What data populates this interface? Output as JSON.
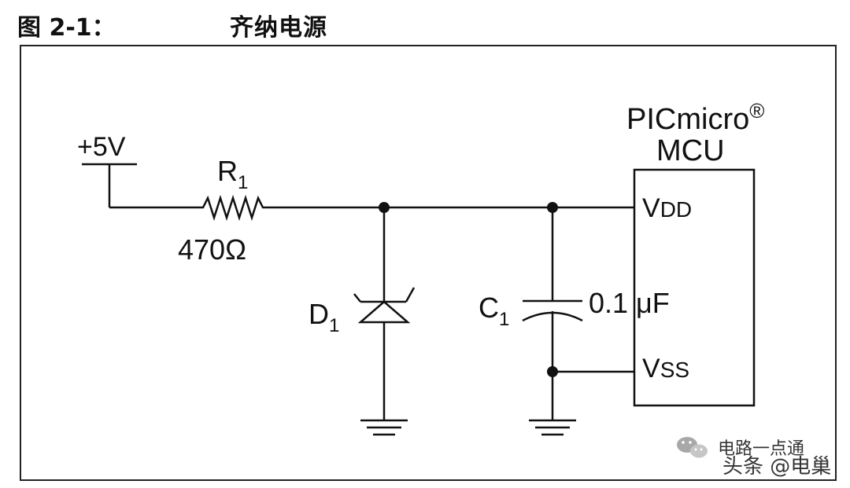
{
  "header": {
    "figure_label": "图 2-1：",
    "title": "齐纳电源"
  },
  "circuit": {
    "supply_label": "+5V",
    "resistor": {
      "name": "R",
      "sub": "1",
      "value": "470Ω"
    },
    "diode": {
      "name": "D",
      "sub": "1"
    },
    "capacitor": {
      "name": "C",
      "sub": "1",
      "value": "0.1 μF"
    },
    "mcu": {
      "line1": "PICmicro",
      "registered": "®",
      "line2": "MCU",
      "pin_vdd": {
        "main": "V",
        "sub": "DD"
      },
      "pin_vss": {
        "main": "V",
        "sub": "SS"
      }
    }
  },
  "watermark": {
    "line1": "电路一点通",
    "line2": "头条 @电巢"
  }
}
